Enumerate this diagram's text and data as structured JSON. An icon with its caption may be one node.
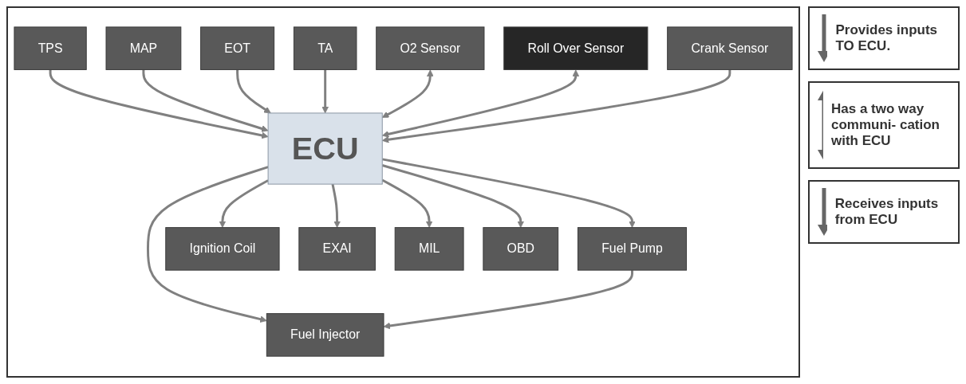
{
  "diagram": {
    "nodes": [
      {
        "text": [
          "TPS"
        ]
      },
      {
        "text": [
          "MAP"
        ]
      },
      {
        "text": [
          "EOT"
        ]
      },
      {
        "text": [
          "TA"
        ]
      },
      {
        "text": [
          "O2 Sensor"
        ]
      },
      {
        "text": [
          "Roll Over Sensor"
        ]
      },
      {
        "text": [
          "Crank Sensor"
        ]
      },
      {
        "text": [
          "ECU"
        ]
      },
      {
        "text": [
          "Fuel Pump"
        ]
      },
      {
        "text": [
          "Fuel Injector"
        ]
      },
      {
        "text": [
          "Ignition Coil"
        ]
      },
      {
        "text": [
          "EXAI"
        ]
      },
      {
        "text": [
          "MIL"
        ]
      },
      {
        "text": [
          "OBD"
        ]
      }
    ],
    "edges": [
      {
        "from": 0,
        "to": 7,
        "arrow": "to"
      },
      {
        "from": 1,
        "to": 7,
        "arrow": "to"
      },
      {
        "from": 2,
        "to": 7,
        "arrow": "to"
      },
      {
        "from": 3,
        "to": 7,
        "arrow": "to"
      },
      {
        "from": 4,
        "to": 7,
        "arrow": "both"
      },
      {
        "from": 5,
        "to": 7,
        "arrow": "both"
      },
      {
        "from": 6,
        "to": 7,
        "arrow": "to"
      },
      {
        "from": 7,
        "to": 8,
        "arrow": "to"
      },
      {
        "from": 7,
        "to": 9,
        "arrow": "to"
      },
      {
        "from": 7,
        "to": 10,
        "arrow": "to"
      },
      {
        "from": 7,
        "to": 11,
        "arrow": "to"
      },
      {
        "from": 7,
        "to": 12,
        "arrow": "to"
      },
      {
        "from": 7,
        "to": 13,
        "arrow": "to"
      },
      {
        "from": 8,
        "to": 9,
        "arrow": "to"
      }
    ],
    "legend": [
      {
        "text": "Provides inputs TO ECU."
      },
      {
        "text": "Has a two way communi- cation with ECU"
      },
      {
        "text": "Receives inputs from ECU"
      }
    ]
  }
}
